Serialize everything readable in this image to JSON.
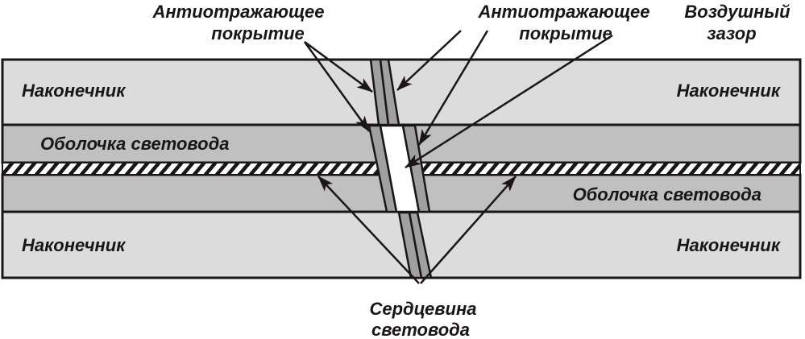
{
  "labels": {
    "ferrule_top_left": "Наконечник",
    "ferrule_top_right": "Наконечник",
    "ferrule_bottom_left": "Наконечник",
    "ferrule_bottom_right": "Наконечник",
    "cladding_left": "Оболочка световода",
    "cladding_right": "Оболочка световода",
    "ar_coating_left_line1": "Антиотражающее",
    "ar_coating_left_line2": "покрытие",
    "ar_coating_right_line1": "Антиотражающее",
    "ar_coating_right_line2": "покрытие",
    "air_gap_line1": "Воздушный",
    "air_gap_line2": "зазор",
    "core_line1": "Сердцевина",
    "core_line2": "световода"
  },
  "colors": {
    "ferrule": "#dcdcdc",
    "cladding": "#c0c0c0",
    "coating": "#a0a0a0",
    "outline": "#1a1616"
  }
}
